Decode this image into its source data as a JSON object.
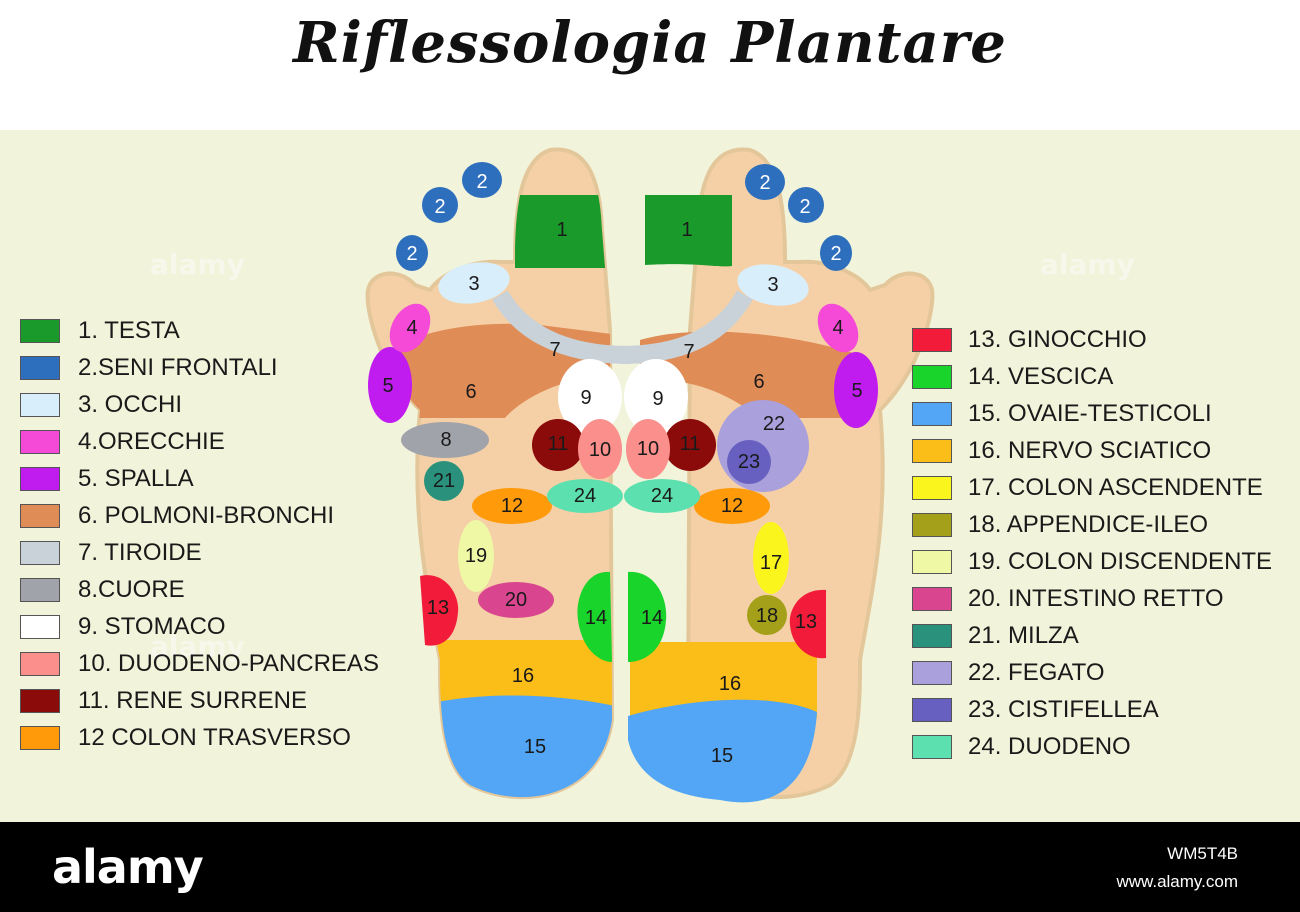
{
  "title": "Riflessologia Plantare",
  "watermark": "alamy",
  "footer": {
    "logo": "alamy",
    "image_id": "WM5T4B",
    "url": "www.alamy.com"
  },
  "legend_left": [
    {
      "label": "1. TESTA",
      "color": "#1a9a2a"
    },
    {
      "label": "2.SENI FRONTALI",
      "color": "#2e6fbd"
    },
    {
      "label": "3. OCCHI",
      "color": "#d8eefa"
    },
    {
      "label": "4.ORECCHIE",
      "color": "#f54ad8"
    },
    {
      "label": "5. SPALLA",
      "color": "#c01cf0"
    },
    {
      "label": "6. POLMONI-BRONCHI",
      "color": "#e08c56"
    },
    {
      "label": "7. TIROIDE",
      "color": "#c9d2d8"
    },
    {
      "label": "8.CUORE",
      "color": "#a0a3aa"
    },
    {
      "label": "9. STOMACO",
      "color": "#ffffff"
    },
    {
      "label": "10. DUODENO-PANCREAS",
      "color": "#fb8f8c"
    },
    {
      "label": "11. RENE SURRENE",
      "color": "#8b0a0a"
    },
    {
      "label": "12 COLON TRASVERSO",
      "color": "#ff9a0a"
    }
  ],
  "legend_right": [
    {
      "label": "13. GINOCCHIO",
      "color": "#f21c3a"
    },
    {
      "label": "14. VESCICA",
      "color": "#19d42a"
    },
    {
      "label": "15. OVAIE-TESTICOLI",
      "color": "#52a6f5"
    },
    {
      "label": "16. NERVO SCIATICO",
      "color": "#fbbd17"
    },
    {
      "label": "17. COLON ASCENDENTE",
      "color": "#fbf51e"
    },
    {
      "label": "18.  APPENDICE-ILEO",
      "color": "#a4a01a"
    },
    {
      "label": "19. COLON DISCENDENTE",
      "color": "#eef8a5"
    },
    {
      "label": "20. INTESTINO RETTO",
      "color": "#d9468f"
    },
    {
      "label": "21. MILZA",
      "color": "#2a927c"
    },
    {
      "label": "22. FEGATO",
      "color": "#a9a0dc"
    },
    {
      "label": "23. CISTIFELLEA",
      "color": "#6860c0"
    },
    {
      "label": "24. DUODENO",
      "color": "#5de0b0"
    }
  ],
  "zones": {
    "z1": "1",
    "z2": "2",
    "z3": "3",
    "z4": "4",
    "z5": "5",
    "z6": "6",
    "z7": "7",
    "z8": "8",
    "z9": "9",
    "z10": "10",
    "z11": "11",
    "z12": "12",
    "z13": "13",
    "z14": "14",
    "z15": "15",
    "z16": "16",
    "z17": "17",
    "z18": "18",
    "z19": "19",
    "z20": "20",
    "z21": "21",
    "z22": "22",
    "z23": "23",
    "z24": "24"
  },
  "colors": {
    "skin": "#f5d0a6",
    "panel_bg": "#f1f3da"
  }
}
